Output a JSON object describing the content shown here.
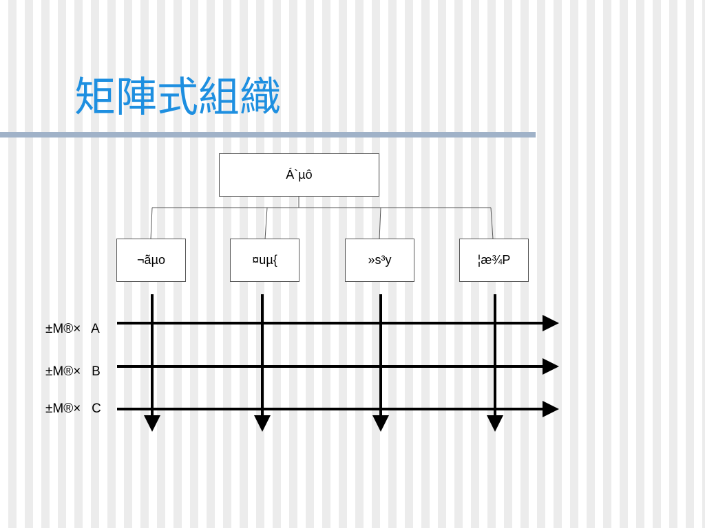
{
  "slide": {
    "title": "矩陣式組織"
  },
  "diagram": {
    "top_box": "Á`µô",
    "departments": [
      "¬ãµo",
      "¤uµ{",
      "»s³y",
      "¦æ¾P"
    ],
    "projects": [
      "±M®×   A",
      "±M®×   B",
      "±M®×   C"
    ]
  }
}
